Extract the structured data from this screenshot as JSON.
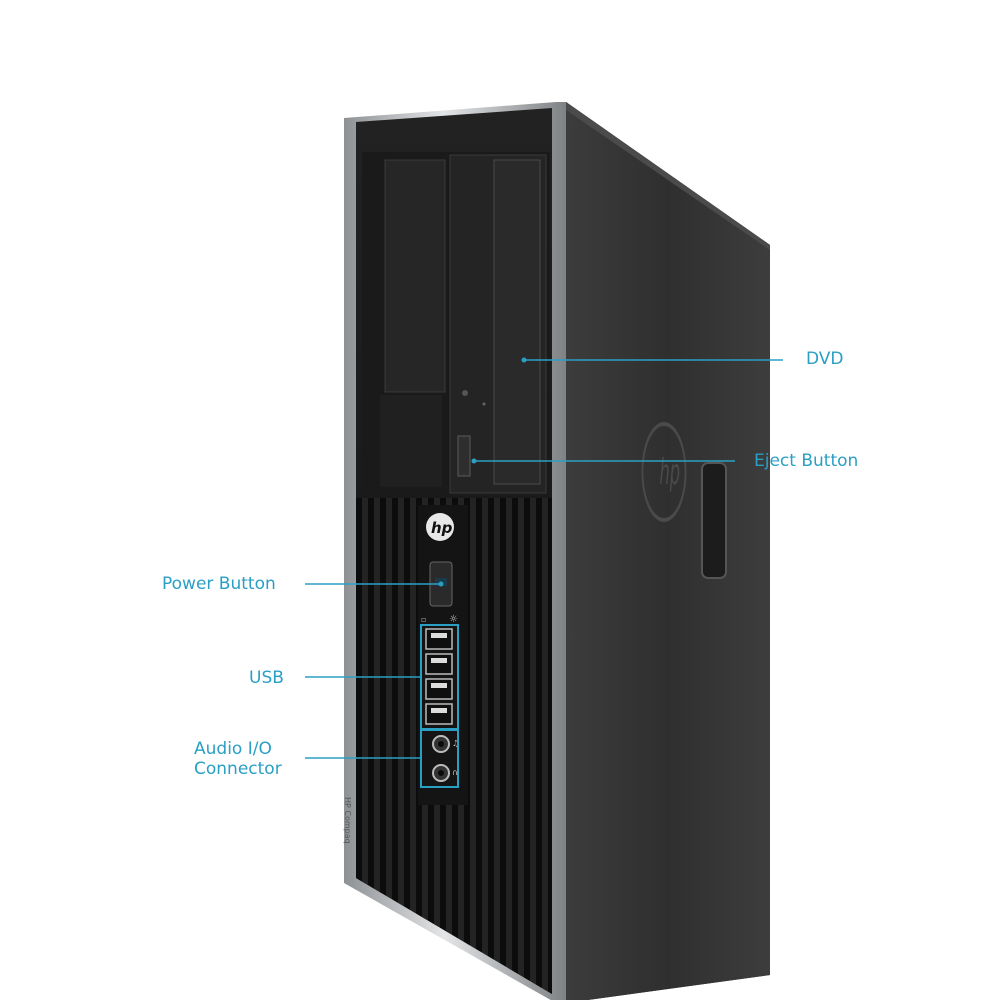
{
  "colors": {
    "callout": "#2a9fc4",
    "chassis": "#1b1b1b",
    "side_panel": "#3a3a3a",
    "bezel_trim": "#b9bcbf"
  },
  "device": {
    "brand_logo": "hp",
    "side_emboss": "hp",
    "model_text": "HP Compaq"
  },
  "callouts": {
    "dvd": "DVD",
    "eject": "Eject Button",
    "power": "Power Button",
    "usb": "USB",
    "audio_line1": "Audio I/O",
    "audio_line2": "Connector"
  },
  "icons": [
    "hp-logo-icon",
    "power-symbol-icon",
    "usb-port-icon",
    "audio-jack-icon",
    "hdd-activity-icon"
  ]
}
